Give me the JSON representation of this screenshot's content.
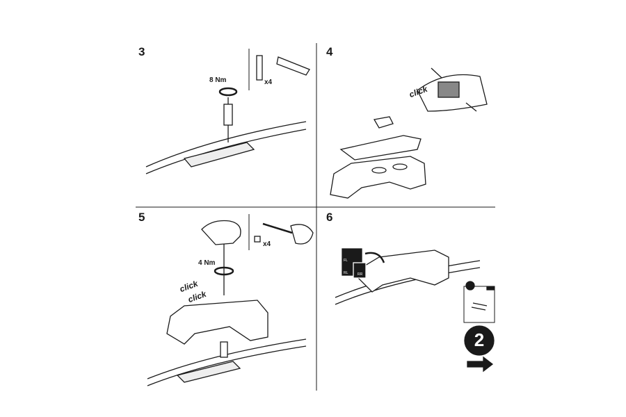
{
  "steps": [
    {
      "number": "3",
      "torque": "8 Nm",
      "quantity": "x4"
    },
    {
      "number": "4",
      "action": "click"
    },
    {
      "number": "5",
      "torque": "4 Nm",
      "quantity": "x4",
      "action1": "click",
      "action2": "click"
    },
    {
      "number": "6",
      "next_instructions_number": "2",
      "position_labels": [
        "FL",
        "RL",
        "RR"
      ]
    }
  ],
  "icons": {
    "next": "arrow-right-icon",
    "rotate": "rotate-arrow-icon"
  },
  "colors": {
    "ink": "#1a1a1a",
    "background": "#ffffff"
  }
}
